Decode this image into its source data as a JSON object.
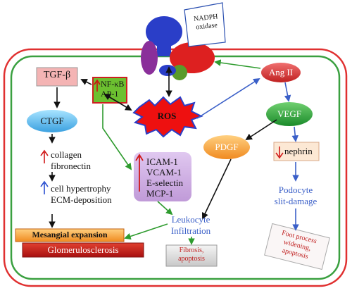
{
  "nadph": {
    "line1": "NADPH",
    "line2": "oxidase"
  },
  "tgf": "TGF-β",
  "nfkb": {
    "line1": "NF-κB",
    "line2": "AP-1"
  },
  "ros": "ROS",
  "angii": "Ang II",
  "ctgf": "CTGF",
  "vegf": "VEGF",
  "pdgf": "PDGF",
  "nephrin": "nephrin",
  "collagen": {
    "line1": "collagen",
    "line2": "fibronectin"
  },
  "adhesion": [
    "ICAM-1",
    "VCAM-1",
    "E-selectin",
    "MCP-1"
  ],
  "hypertrophy": {
    "line1": "cell hypertrophy",
    "line2": "ECM-deposition"
  },
  "podocyte": {
    "line1": "Podocyte",
    "line2": "slit-damage"
  },
  "leukocyte": {
    "line1": "Leukocyte",
    "line2": "Infiltration"
  },
  "mesangial": "Mesangial expansion",
  "glomerulo": "Glomerulosclerosis",
  "fibrosis": {
    "line1": "Fibrosis,",
    "line2": "apoptosis"
  },
  "foot": {
    "line1": "Foot process",
    "line2": "widening,",
    "line3": "apoptosis"
  },
  "colors": {
    "green_arrow": "#2e9b2e",
    "blue_arrow": "#3a5fc8",
    "black_arrow": "#111111",
    "up_red": "#d01818",
    "up_blue": "#2a4fd0"
  }
}
